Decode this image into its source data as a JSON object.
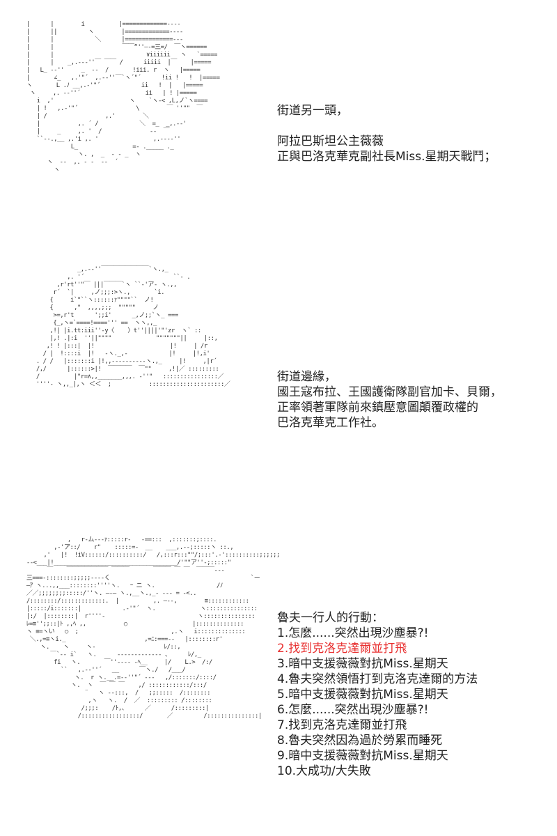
{
  "panel1": {
    "lines": [
      "街道另一頭，",
      "",
      "阿拉巴斯坦公主薇薇",
      "正與巴洛克華克副社長Miss.星期天戰鬥；"
    ]
  },
  "panel2": {
    "lines": [
      "街道邊緣，",
      "國王寇布拉、王國護衛隊副官加卡、貝爾，",
      "正率領著軍隊前來鎮壓意圖顛覆政權的",
      "巴洛克華克工作社。"
    ]
  },
  "panel3": {
    "heading": "魯夫一行人的行動：",
    "items": [
      "1.怎麼......突然出現沙塵暴?!",
      "2.找到克洛克達爾並打飛",
      "3.暗中支援薇薇對抗Miss.星期天",
      "4.魯夫突然領悟打到克洛克達爾的方法",
      "5.暗中支援薇薇對抗Miss.星期天",
      "6.怎麼......突然出現沙塵暴?!",
      "7.找到克洛克達爾並打飛",
      "8.魯夫突然因為過於勞累而睡死",
      "9.暗中支援薇薇對抗Miss.星期天",
      "10.大成功/大失敗"
    ],
    "highlight_color": "#e83030"
  }
}
